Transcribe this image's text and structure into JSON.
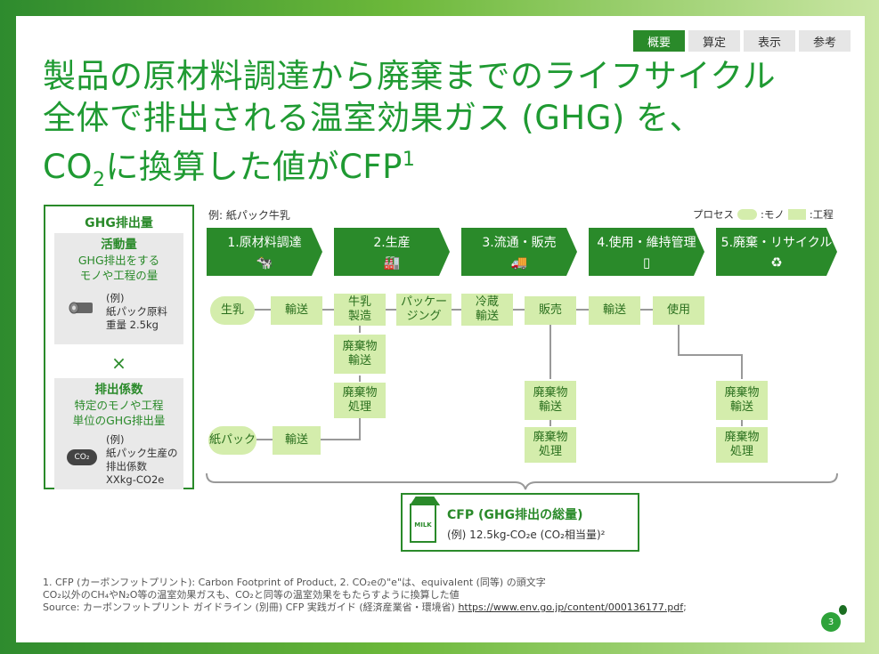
{
  "tabs": [
    {
      "label": "概要",
      "active": true
    },
    {
      "label": "算定",
      "active": false
    },
    {
      "label": "表示",
      "active": false
    },
    {
      "label": "参考",
      "active": false
    }
  ],
  "title": {
    "line1": "製品の原材料調達から廃棄までのライフサイクル",
    "line2": "全体で排出される温室効果ガス (GHG) を、",
    "line3_pre": "CO",
    "line3_sub": "2",
    "line3_mid": "に換算した値がCFP",
    "line3_sup": "1"
  },
  "ghg_box": {
    "header": "GHG排出量",
    "activity": {
      "title": "活動量",
      "desc1": "GHG排出をする",
      "desc2": "モノや工程の量",
      "ex1": "(例)",
      "ex2": "紙パック原料",
      "ex3": "重量 2.5kg"
    },
    "times": "×",
    "factor": {
      "title": "排出係数",
      "desc1": "特定のモノや工程",
      "desc2": "単位のGHG排出量",
      "ex1": "(例)",
      "ex2": "紙パック生産の",
      "ex3": "排出係数",
      "ex4": "XXkg-CO2e",
      "icon_label": "CO₂"
    }
  },
  "example_label": "例: 紙パック牛乳",
  "legend": {
    "prefix": "プロセス",
    "mono": ":モノ",
    "process": ":工程"
  },
  "phases": [
    {
      "label": "1.原材料調達",
      "icon": "cow-icon",
      "glyph": "🐄"
    },
    {
      "label": "2.生産",
      "icon": "factory-icon",
      "glyph": "🏭"
    },
    {
      "label": "3.流通・販売",
      "icon": "truck-icon",
      "glyph": "🚚"
    },
    {
      "label": "4.使用・維持管理",
      "icon": "fridge-icon",
      "glyph": "▯"
    },
    {
      "label": "5.廃棄・リサイクル",
      "icon": "recycle-bin-icon",
      "glyph": "♻"
    }
  ],
  "nodes": {
    "milk": "生乳",
    "transport1": "輸送",
    "milk_production": "牛乳\n製造",
    "packaging": "パッケー\nジング",
    "cold_transport": "冷蔵\n輸送",
    "sales": "販売",
    "transport2": "輸送",
    "use": "使用",
    "waste_transport1": "廃棄物\n輸送",
    "waste_treatment1": "廃棄物\n処理",
    "paper_pack": "紙パック",
    "transport3": "輸送",
    "waste_transport2": "廃棄物\n輸送",
    "waste_treatment2": "廃棄物\n処理",
    "waste_transport3": "廃棄物\n輸送",
    "waste_treatment3": "廃棄物\n処理"
  },
  "cfp": {
    "title": "CFP (GHG排出の総量)",
    "value": "(例) 12.5kg-CO₂e (CO₂相当量)²",
    "icon_label": "MILK"
  },
  "notes": {
    "line1": "1. CFP (カーボンフットプリント): Carbon Footprint of Product, 2. CO₂eの\"e\"は、equivalent (同等) の頭文字",
    "line2": "CO₂以外のCH₄やN₂O等の温室効果ガスも、CO₂と同等の温室効果をもたらすように換算した値",
    "line3_pre": "Source: カーボンフットプリント ガイドライン (別冊) CFP 実践ガイド (経済産業省・環境省) ",
    "link": "https://www.env.go.jp/content/000136177.pdf",
    "line3_post": ";"
  },
  "page_number": "3",
  "colors": {
    "primary_green": "#2a8a2a",
    "title_green": "#1f9a32",
    "node_fill": "#d4edac"
  }
}
